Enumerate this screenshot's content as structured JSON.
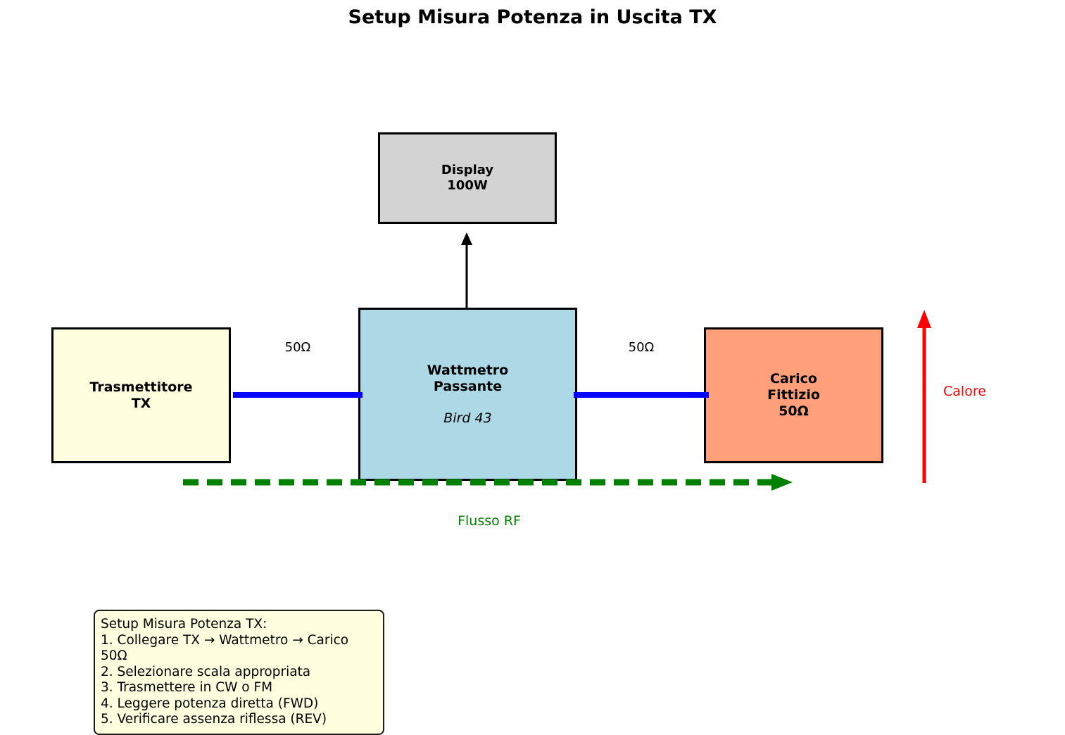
{
  "title": "Setup Misura Potenza in Uscita TX",
  "blocks": {
    "transmitter": {
      "label": "Trasmettitore\nTX",
      "color": "#FFFFE0"
    },
    "wattmeter": {
      "label": "Wattmetro\nPassante",
      "model": "Bird 43",
      "color": "#ADD8E6"
    },
    "load": {
      "label": "Carico\nFittizio\n50Ω",
      "color": "#FFA07A"
    },
    "display": {
      "label": "Display\n100W",
      "color": "#D3D3D3"
    }
  },
  "connections": {
    "left_impedance": "50Ω",
    "right_impedance": "50Ω",
    "cable_color": "#0000FF"
  },
  "annotations": {
    "rf_flow": {
      "label": "Flusso RF",
      "color": "#008000"
    },
    "heat": {
      "label": "Calore",
      "color": "#FF0000"
    }
  },
  "legend": {
    "text": "Setup Misura Potenza TX:\n1. Collegare TX → Wattmetro → Carico 50Ω\n2. Selezionare scala appropriata\n3. Trasmettere in CW o FM\n4. Leggere potenza diretta (FWD)\n5. Verificare assenza riflessa (REV)",
    "background": "#FFFFE0"
  }
}
